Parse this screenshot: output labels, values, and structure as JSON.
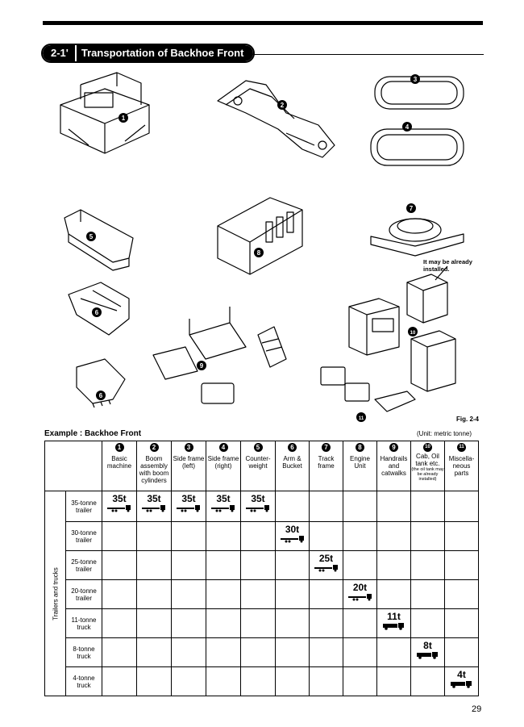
{
  "section": {
    "number": "2-1'",
    "title": "Transportation of Backhoe Front"
  },
  "figure": {
    "label": "Fig. 2-4",
    "callout": "It may be already installed."
  },
  "example": {
    "title": "Example : Backhoe Front",
    "unit": "(Unit: metric tonne)"
  },
  "table": {
    "side_label": "Trailers and trucks",
    "columns": [
      {
        "num": "1",
        "label": "Basic machine"
      },
      {
        "num": "2",
        "label": "Boom assembly with boom cylinders"
      },
      {
        "num": "3",
        "label": "Side frame (left)"
      },
      {
        "num": "4",
        "label": "Side frame (right)"
      },
      {
        "num": "5",
        "label": "Counter-weight"
      },
      {
        "num": "6",
        "label": "Arm & Bucket"
      },
      {
        "num": "7",
        "label": "Track frame"
      },
      {
        "num": "8",
        "label": "Engine Unit"
      },
      {
        "num": "9",
        "label": "Handrails and catwalks"
      },
      {
        "num": "10",
        "label": "Cab, Oil tank etc.",
        "note": "(the oil tank may be already installed)"
      },
      {
        "num": "11",
        "label": "Miscella-neous parts"
      }
    ],
    "rows": [
      {
        "label": "35-tonne trailer",
        "cells": [
          "35t",
          "35t",
          "35t",
          "35t",
          "35t",
          "",
          "",
          "",
          "",
          "",
          ""
        ]
      },
      {
        "label": "30-tonne trailer",
        "cells": [
          "",
          "",
          "",
          "",
          "",
          "30t",
          "",
          "",
          "",
          "",
          ""
        ]
      },
      {
        "label": "25-tonne trailer",
        "cells": [
          "",
          "",
          "",
          "",
          "",
          "",
          "25t",
          "",
          "",
          "",
          ""
        ]
      },
      {
        "label": "20-tonne trailer",
        "cells": [
          "",
          "",
          "",
          "",
          "",
          "",
          "",
          "20t",
          "",
          "",
          ""
        ]
      },
      {
        "label": "11-tonne truck",
        "cells": [
          "",
          "",
          "",
          "",
          "",
          "",
          "",
          "",
          "11t",
          "",
          ""
        ]
      },
      {
        "label": "8-tonne truck",
        "cells": [
          "",
          "",
          "",
          "",
          "",
          "",
          "",
          "",
          "",
          "8t",
          ""
        ]
      },
      {
        "label": "4-tonne truck",
        "cells": [
          "",
          "",
          "",
          "",
          "",
          "",
          "",
          "",
          "",
          "",
          "4t"
        ]
      }
    ]
  },
  "page_number": "29"
}
